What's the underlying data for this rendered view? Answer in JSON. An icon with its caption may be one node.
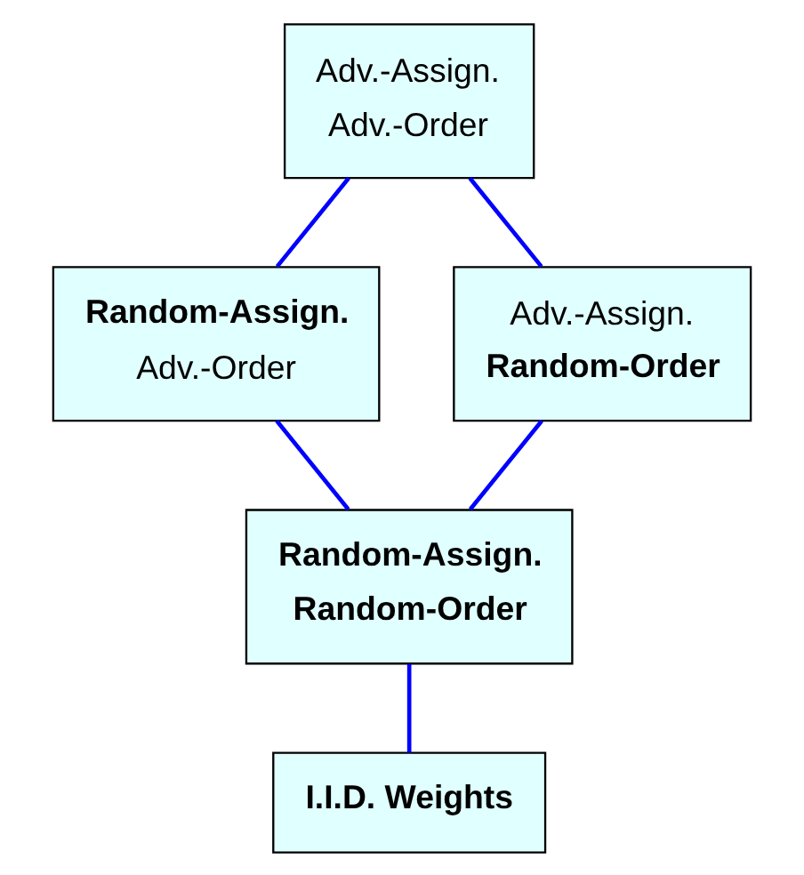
{
  "diagram": {
    "nodes": [
      {
        "text": [
          "Adv.-Assign.",
          "Adv.-Order"
        ]
      },
      {
        "text": [
          "Random-Assign.",
          "Adv.-Order"
        ]
      },
      {
        "text": [
          "Adv.-Assign.",
          "Random-Order"
        ]
      },
      {
        "text": [
          "Random-Assign.",
          "Random-Order"
        ]
      },
      {
        "text": [
          "I.I.D. Weights"
        ]
      }
    ],
    "edges": [
      {
        "from": 0,
        "to": 1,
        "arrow": "none"
      },
      {
        "from": 0,
        "to": 2,
        "arrow": "none"
      },
      {
        "from": 1,
        "to": 3,
        "arrow": "none"
      },
      {
        "from": 2,
        "to": 3,
        "arrow": "none"
      },
      {
        "from": 3,
        "to": 4,
        "arrow": "none"
      }
    ]
  }
}
